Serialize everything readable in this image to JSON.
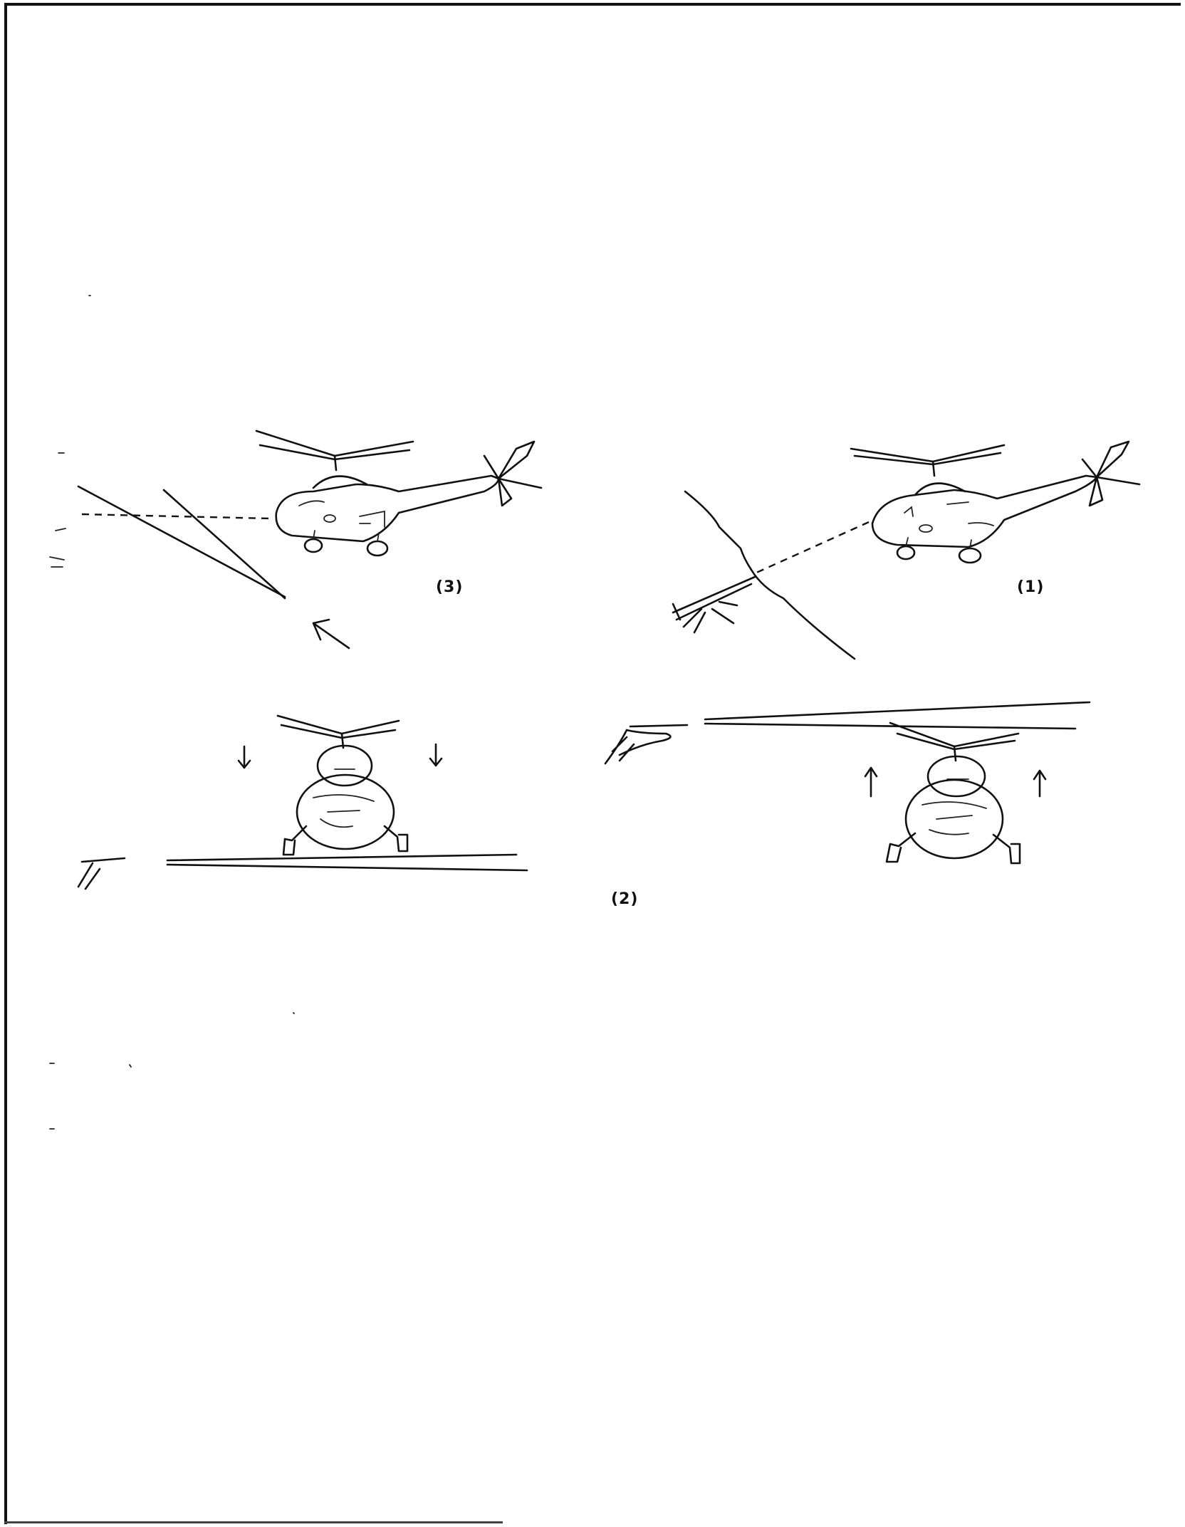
{
  "figure": {
    "panels": [
      {
        "id": "3",
        "label": "(3)"
      },
      {
        "id": "1",
        "label": "(1)"
      },
      {
        "id": "2",
        "label": "(2)"
      }
    ]
  }
}
